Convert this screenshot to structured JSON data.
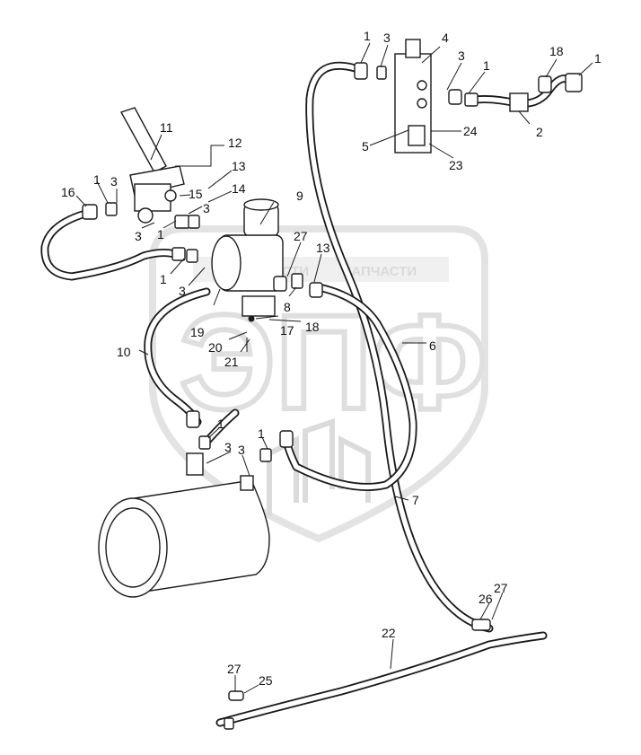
{
  "watermark": {
    "text_left": "ЗАПЧАСТИ",
    "text_right": "ЗАПЧАСТИ",
    "logo": "ЭПФ",
    "color": "#d6d6d6"
  },
  "part_numbers": {
    "l1_top_a": "1",
    "l3_top_a": "3",
    "l4": "4",
    "l3_top_b": "3",
    "l1_top_b": "1",
    "l18_top": "18",
    "l1_top_c": "1",
    "l11": "11",
    "l12": "12",
    "l13_a": "13",
    "l14": "14",
    "l15": "15",
    "l3_mid_a": "3",
    "l16": "16",
    "l1_mid_a": "1",
    "l3_mid_b": "3",
    "l3_mid_c": "3",
    "l1_mid_b": "1",
    "l9": "9",
    "l27_mid": "27",
    "l13_b": "13",
    "l5": "5",
    "l24": "24",
    "l23": "23",
    "l2": "2",
    "l1_mid_c": "1",
    "l3_mid_d": "3",
    "l8": "8",
    "l19": "19",
    "l17": "17",
    "l18_mid": "18",
    "l20": "20",
    "l21": "21",
    "l10": "10",
    "l6": "6",
    "l1_low_a": "1",
    "l1_low_b": "1",
    "l3_low_a": "3",
    "l3_low_b": "3",
    "l7": "7",
    "l22": "22",
    "l26": "26",
    "l27_low_a": "27",
    "l27_low_b": "27",
    "l25": "25"
  }
}
